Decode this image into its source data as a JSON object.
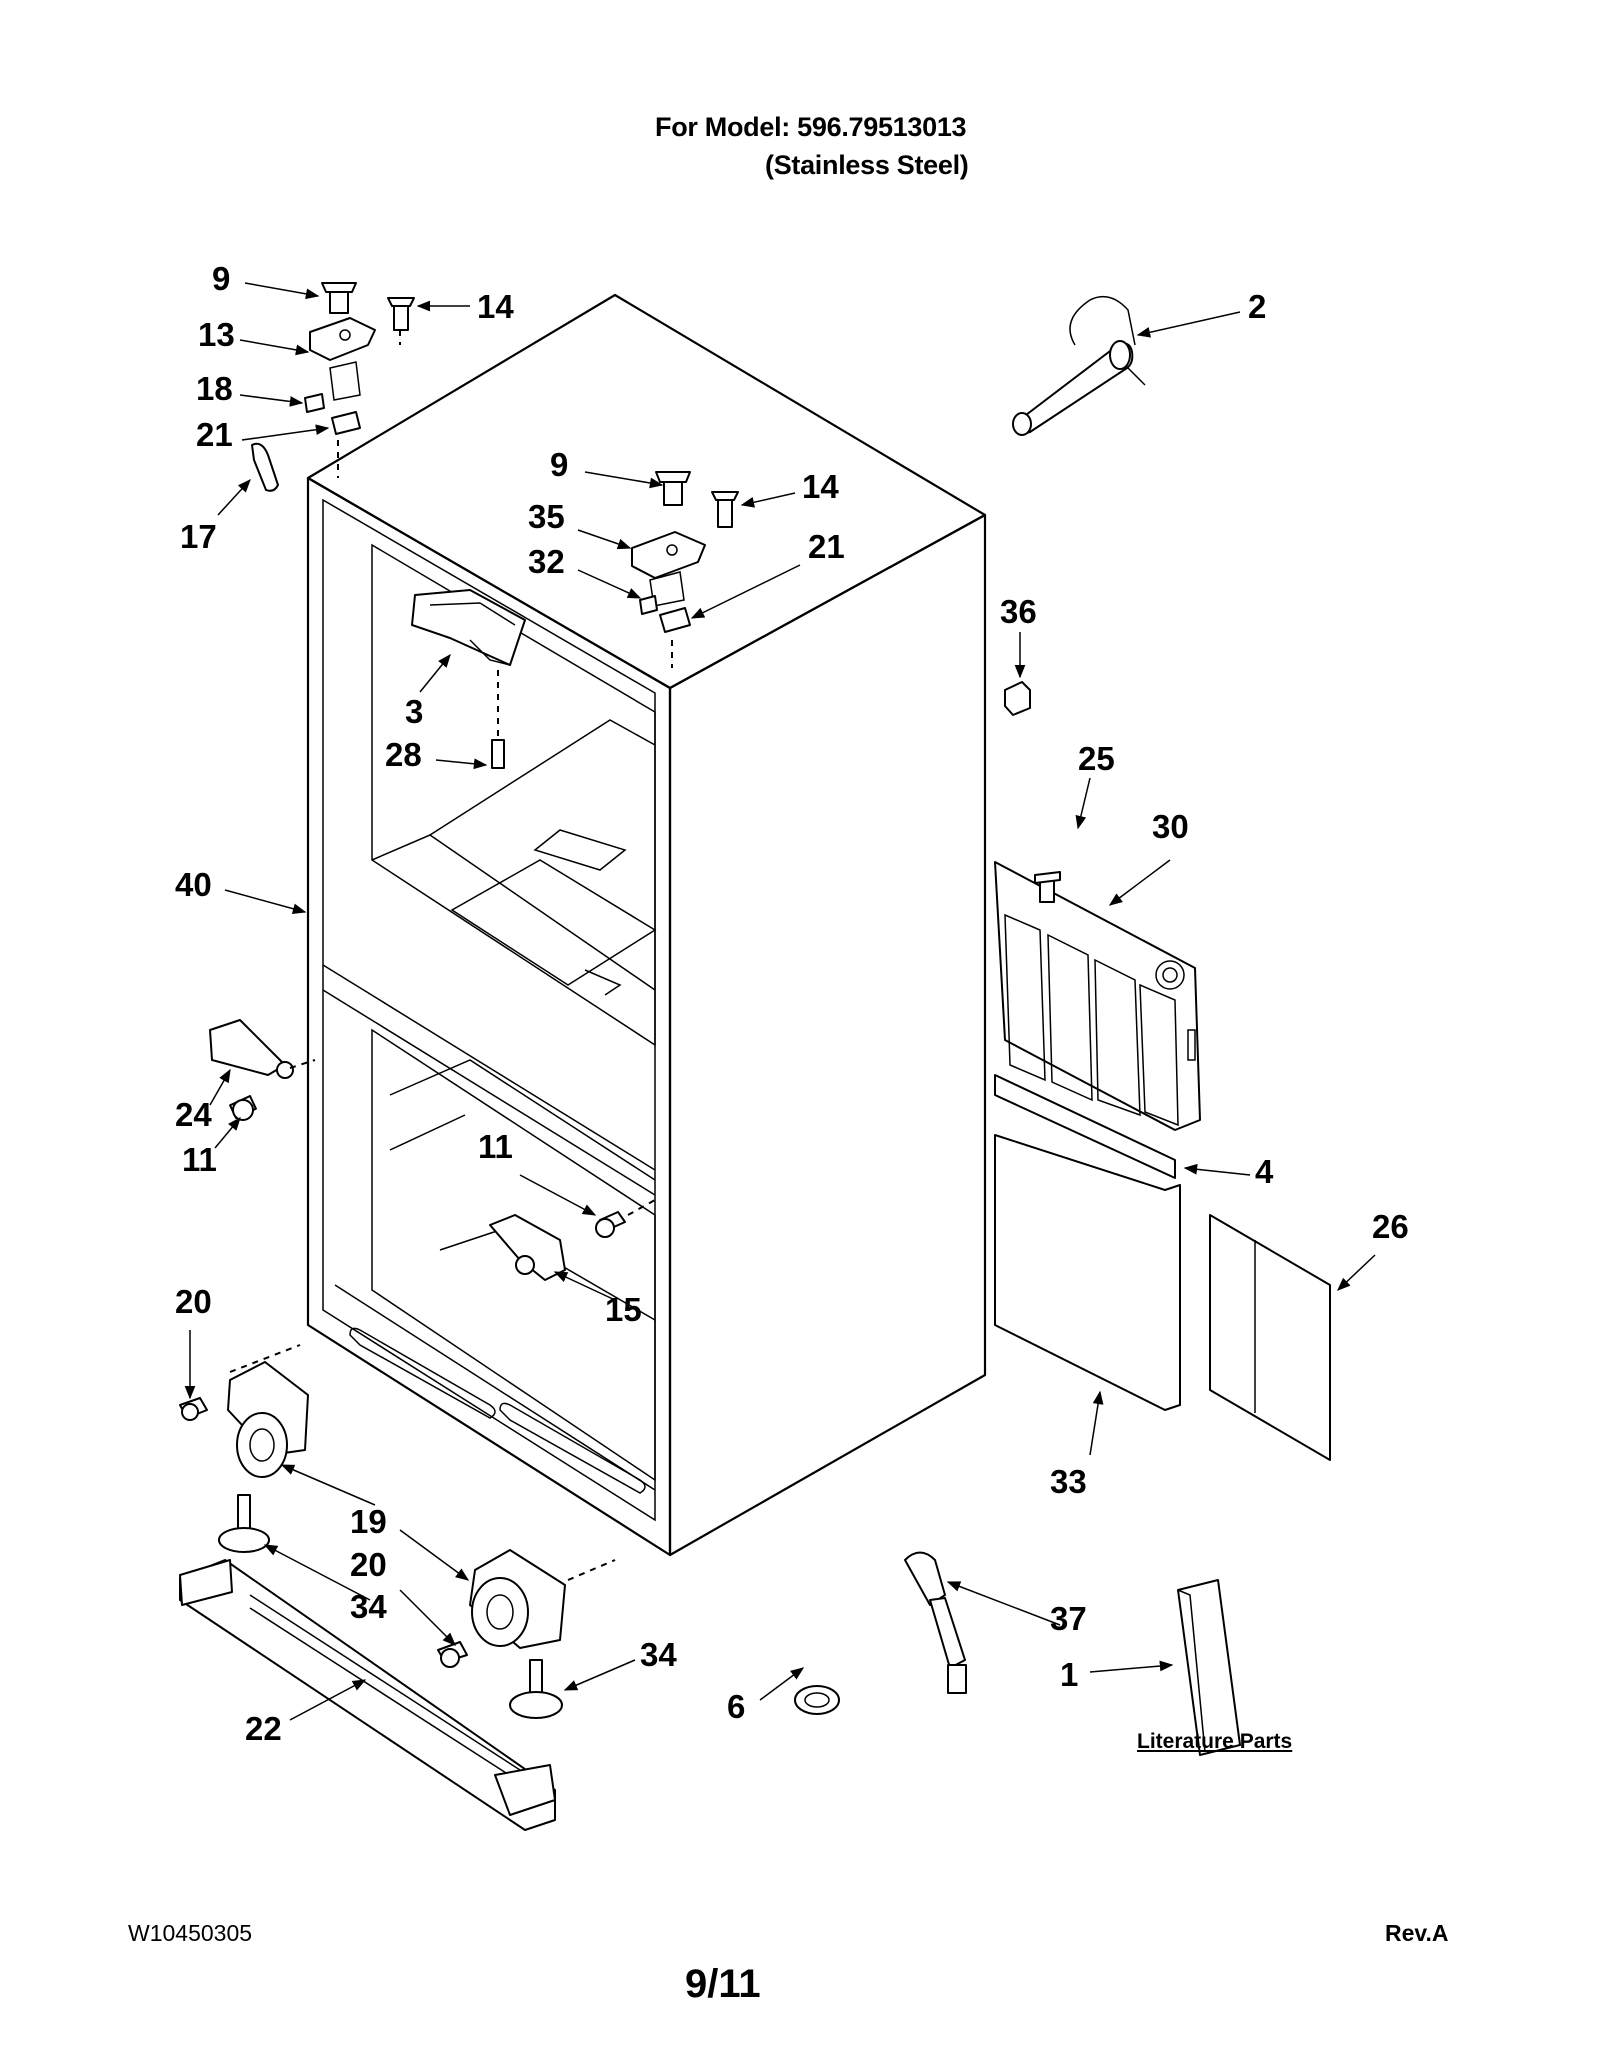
{
  "header": {
    "model_line": "For Model: 596.79513013",
    "finish_line": "(Stainless Steel)"
  },
  "labels": [
    "9",
    "14",
    "13",
    "18",
    "21",
    "17",
    "2",
    "9",
    "14",
    "35",
    "32",
    "21",
    "36",
    "3",
    "28",
    "25",
    "30",
    "40",
    "24",
    "11",
    "11",
    "15",
    "4",
    "26",
    "20",
    "33",
    "19",
    "20",
    "34",
    "37",
    "34",
    "1",
    "6",
    "22"
  ],
  "literature": "Literature Parts",
  "footer": {
    "doc_number": "W10450305",
    "revision": "Rev.A",
    "page": "9/11"
  }
}
